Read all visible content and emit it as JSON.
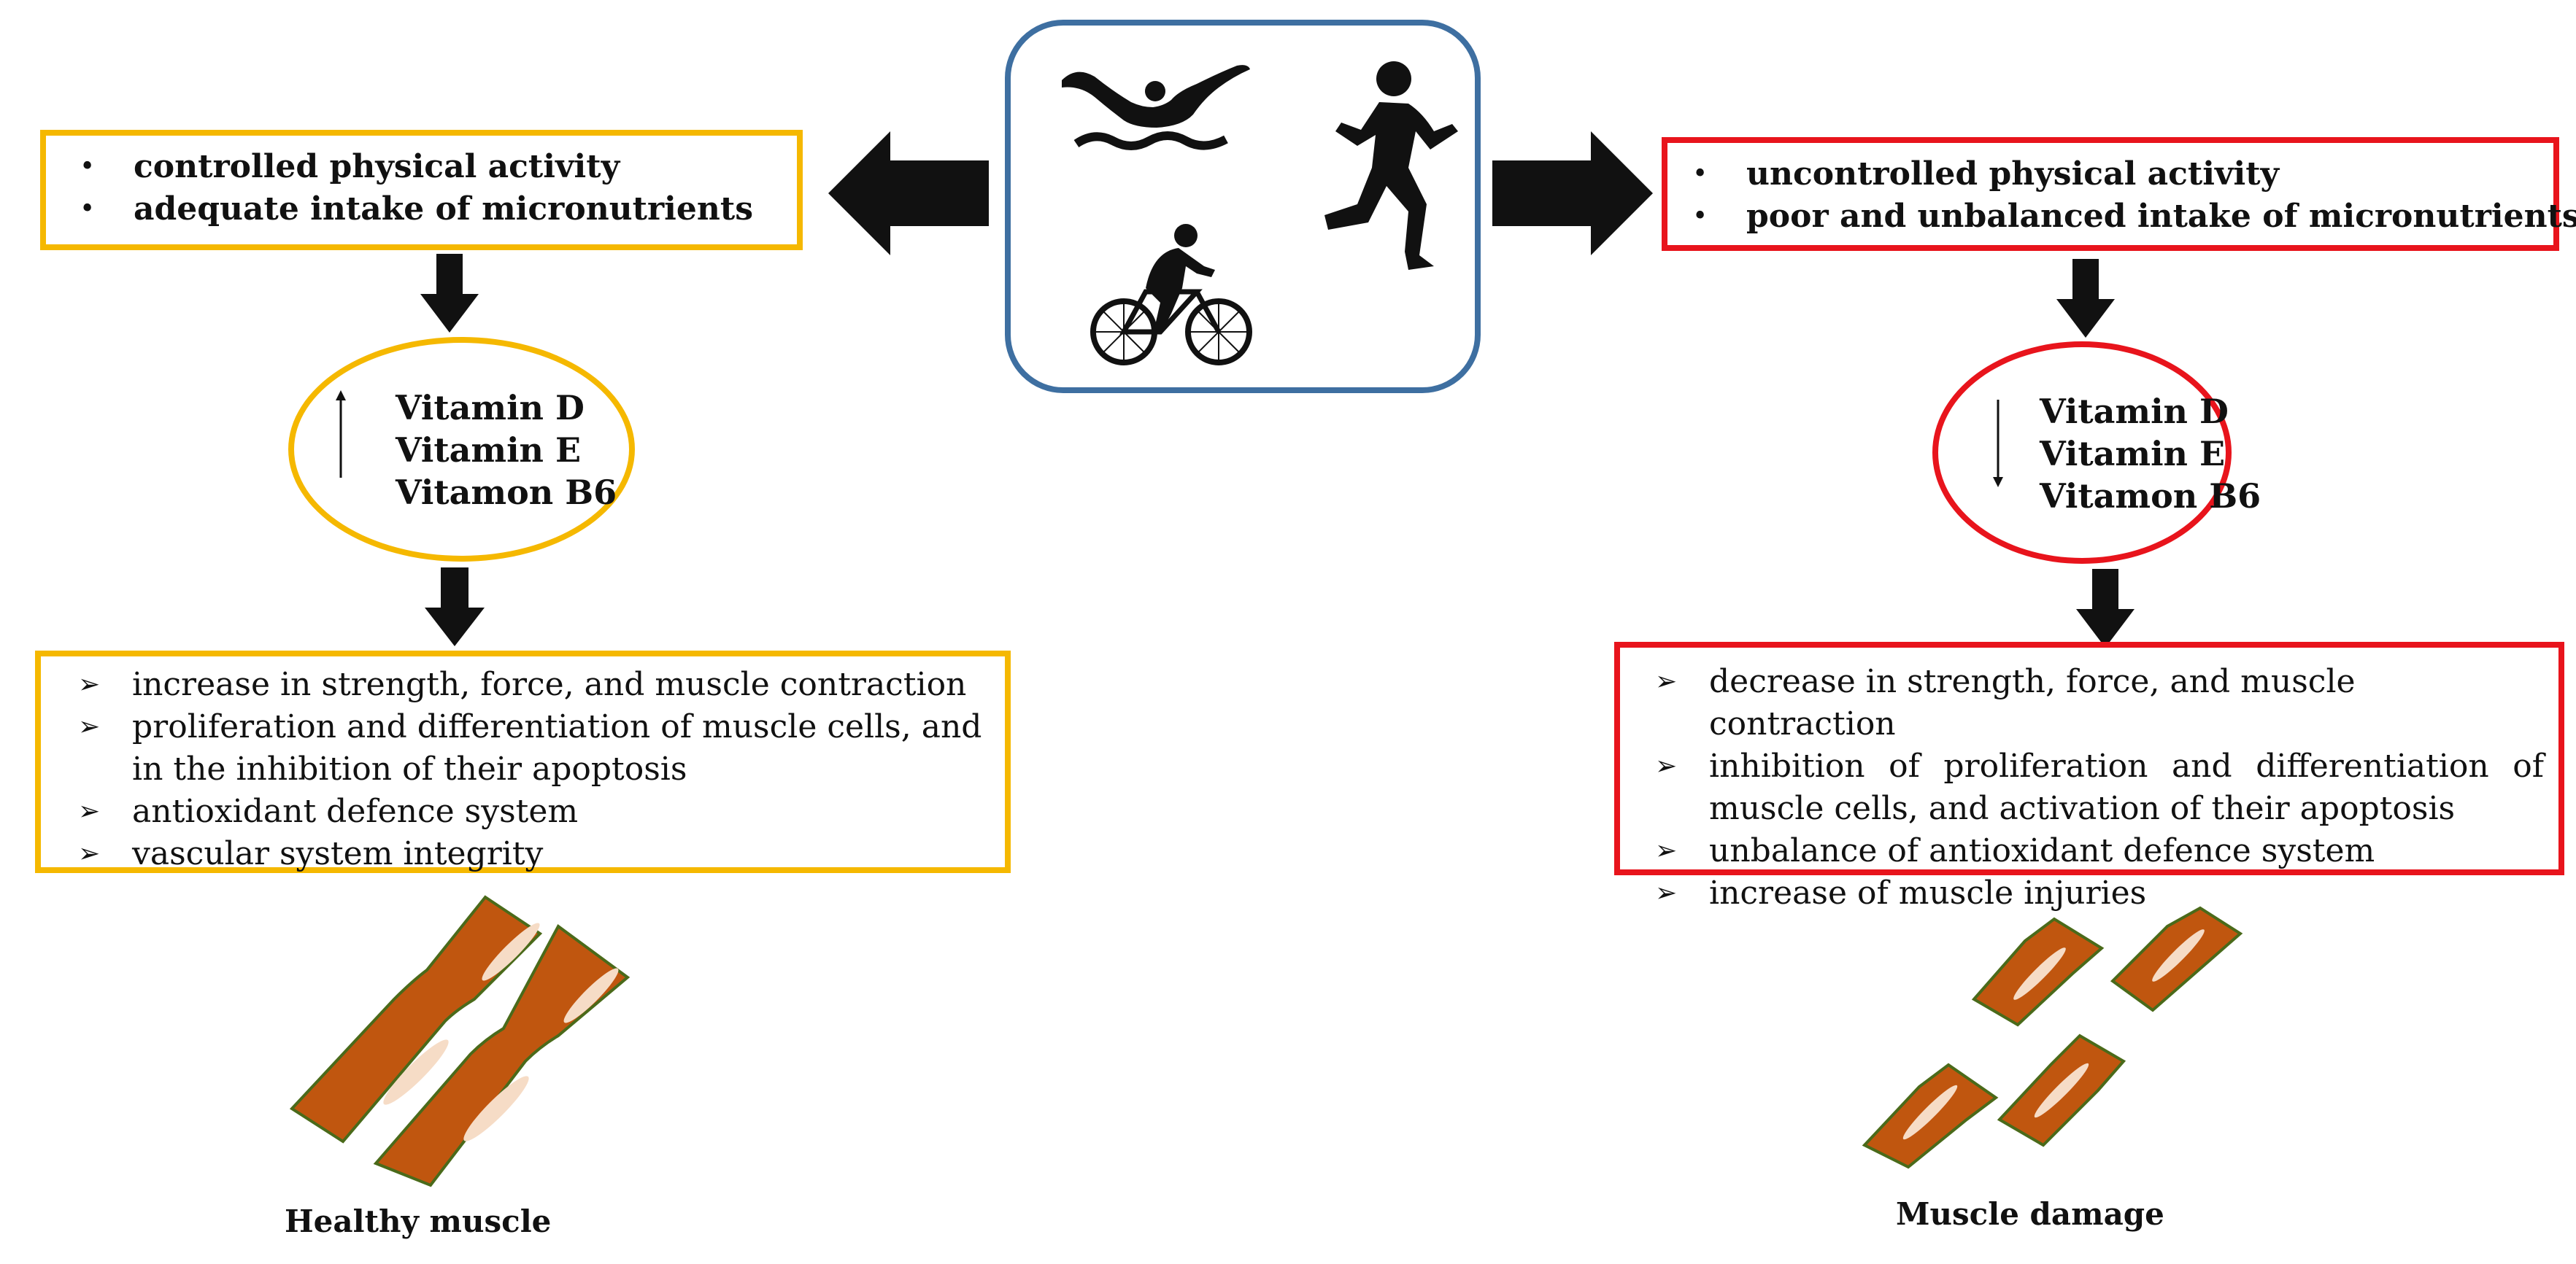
{
  "left": {
    "top_items": [
      "controlled  physical activity",
      "adequate intake of micronutrients"
    ],
    "vitamin_direction": "up",
    "vitamins": [
      "Vitamin D",
      "Vitamin E",
      "Vitamon B6"
    ],
    "effects": [
      "increase in strength, force, and muscle contraction",
      "proliferation and differentiation of muscle cells, and in the inhibition of their apoptosis",
      "antioxidant defence system",
      "vascular system integrity"
    ],
    "caption": "Healthy muscle",
    "box_color": "#f5b800"
  },
  "right": {
    "top_items": [
      "uncontrolled physical activity",
      "poor and unbalanced intake of micronutrients"
    ],
    "vitamin_direction": "down",
    "vitamins": [
      "Vitamin D",
      "Vitamin E",
      "Vitamon B6"
    ],
    "effects": [
      "decrease in strength, force, and muscle contraction",
      "inhibition of proliferation and differentiation of muscle cells, and activation of their apoptosis",
      "unbalance of antioxidant defence system",
      "increase of muscle injuries"
    ],
    "caption": "Muscle damage",
    "box_color": "#e8141c"
  },
  "center": {
    "icons": [
      "swimmer-icon",
      "runner-icon",
      "cyclist-icon"
    ],
    "border_color": "#3e6fa1"
  },
  "muscle_color": "#c0560f"
}
